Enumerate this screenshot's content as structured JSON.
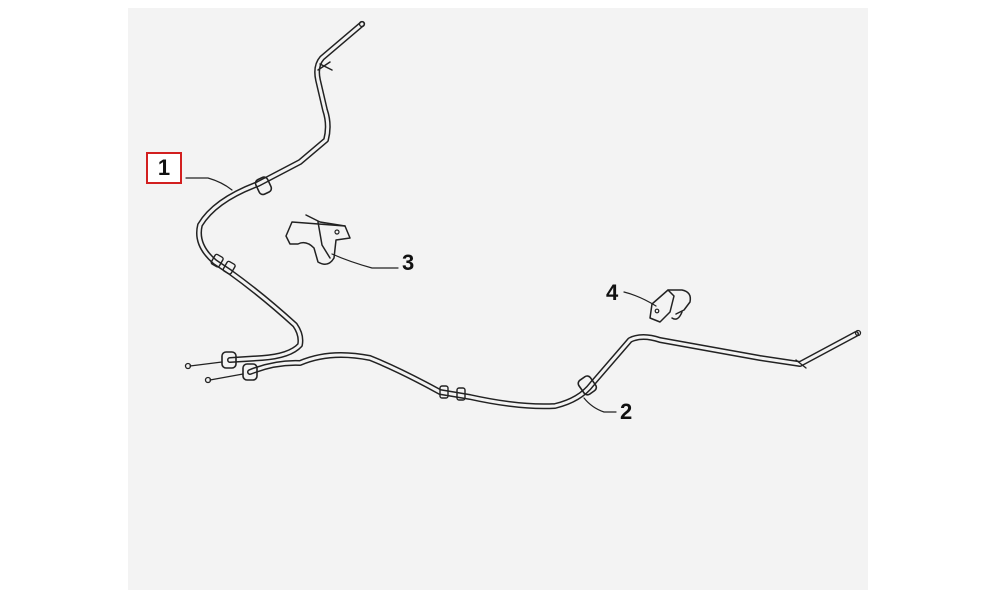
{
  "diagram": {
    "callouts": [
      {
        "id": "1",
        "label": "1",
        "highlighted": true
      },
      {
        "id": "2",
        "label": "2",
        "highlighted": false
      },
      {
        "id": "3",
        "label": "3",
        "highlighted": false
      },
      {
        "id": "4",
        "label": "4",
        "highlighted": false
      }
    ],
    "colors": {
      "background": "#f3f3f3",
      "line": "#222222",
      "highlight": "#d21f1f"
    }
  }
}
